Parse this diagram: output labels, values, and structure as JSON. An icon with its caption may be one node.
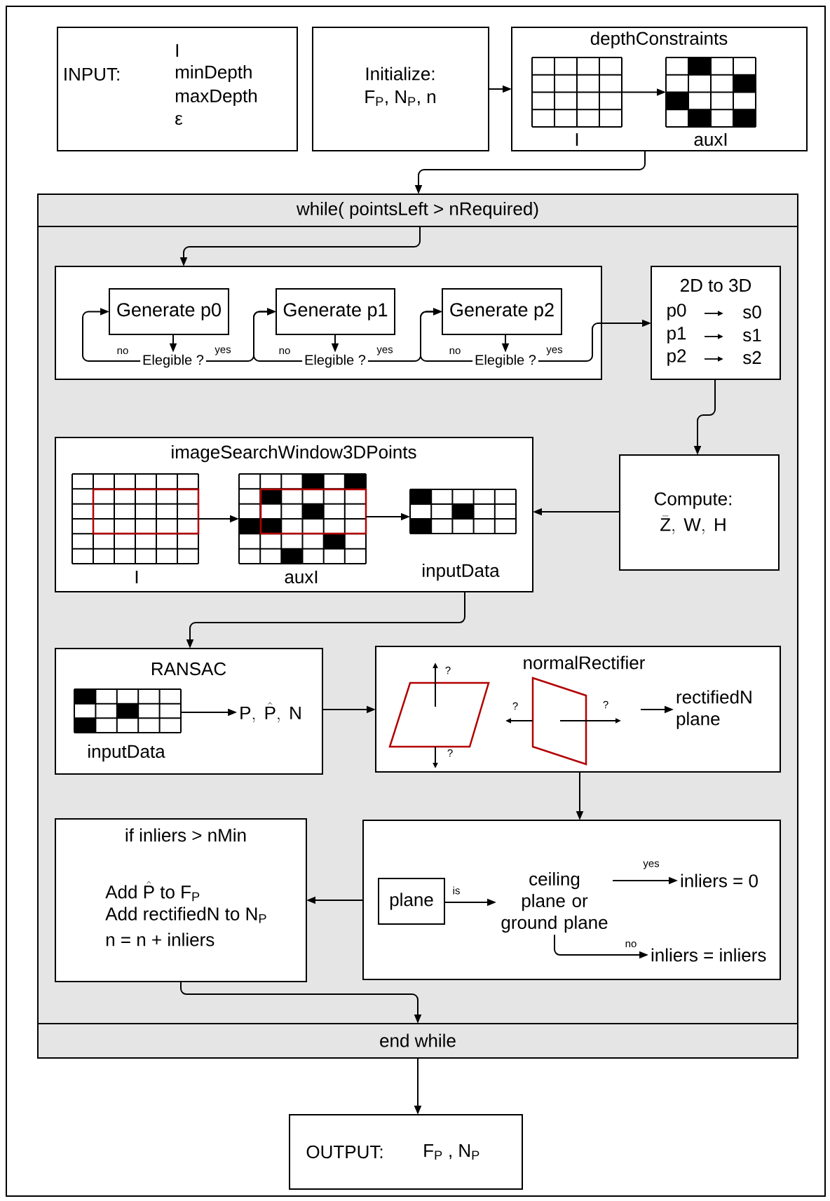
{
  "diagram": {
    "nodes": [
      {
        "text": [
          "INPUT:",
          "I",
          "minDepth",
          "maxDepth",
          "ε"
        ]
      },
      {
        "text": [
          "Initialize:",
          "F$_{P}$, N$_{P}$, n"
        ]
      },
      {
        "text": [
          "depthConstraints"
        ]
      },
      {
        "text": [],
        "shape": "picture",
        "in": 2,
        "beside": [
          "I"
        ]
      },
      {
        "text": [],
        "shape": "picture",
        "in": 2,
        "beside": [
          "auxI"
        ]
      },
      {
        "text": [],
        "shape": "box"
      },
      {
        "text": [
          "while( pointsLeft > nRequired)"
        ]
      },
      {
        "text": [],
        "shape": "box",
        "in": 5
      },
      {
        "text": [
          "Generate p0"
        ],
        "in": 7
      },
      {
        "text": [
          "Elegible ?"
        ],
        "in": 7
      },
      {
        "text": [
          "Generate p1"
        ],
        "in": 7
      },
      {
        "text": [
          "Elegible ?"
        ],
        "in": 7
      },
      {
        "text": [
          "Generate p2"
        ],
        "in": 7
      },
      {
        "text": [
          "Elegible ?"
        ],
        "in": 7
      },
      {
        "text": [
          "2D to 3D",
          "p0",
          "s0",
          "p1",
          "s1",
          "p2",
          "s2"
        ],
        "in": 5
      },
      {
        "text": [
          "imageSearchWindow3DPoints"
        ],
        "in": 5
      },
      {
        "text": [],
        "shape": "picture",
        "in": 15,
        "beside": [
          "I"
        ]
      },
      {
        "text": [],
        "shape": "picture",
        "in": 15,
        "beside": [
          "auxI"
        ]
      },
      {
        "text": [],
        "shape": "picture",
        "in": 15,
        "beside": [
          "inputData"
        ]
      },
      {
        "text": [
          "Compute:",
          "\\bar{\\mathrm{Z}},\\ \\mathrm{W},\\ \\mathrm{H}"
        ],
        "in": 5
      },
      {
        "text": [
          "RANSAC"
        ],
        "in": 5
      },
      {
        "text": [],
        "shape": "picture",
        "in": 20,
        "beside": [
          "inputData"
        ]
      },
      {
        "text": [
          "\\mathrm{P},\\ \\hat{\\mathrm{P}},\\ \\mathrm{N}"
        ],
        "in": 20
      },
      {
        "text": [
          "normalRectifier"
        ],
        "in": 5
      },
      {
        "text": [
          "rectifiedN plane"
        ],
        "in": 23
      },
      {
        "text": [],
        "shape": "box",
        "in": 5
      },
      {
        "text": [
          "plane"
        ],
        "in": 25
      },
      {
        "text": [
          "ceiling plane or ground plane"
        ],
        "in": 25
      },
      {
        "text": [
          "inliers = 0"
        ],
        "in": 25
      },
      {
        "text": [
          "inliers = inliers"
        ],
        "in": 25
      },
      {
        "text": [
          "if inliers > nMin",
          "\\mathrm{Add}\\ \\hat{\\mathrm{P}}\\ \\mathrm{to}\\ \\mathrm{F}_{\\mathrm{P}}",
          "Add rectifiedN to N$_{P}$",
          "n = n + inliers"
        ],
        "in": 5
      },
      {
        "text": [
          "end while"
        ]
      },
      {
        "text": [
          "OUTPUT:",
          "F$_{P}$ , N$_{P}$"
        ]
      }
    ],
    "edges": [
      {
        "from": 1,
        "to": 2,
        "arrow": "to"
      },
      {
        "from": 3,
        "to": 4,
        "arrow": "to"
      },
      {
        "from": 2,
        "to": 6,
        "arrow": "to"
      },
      {
        "from": 6,
        "to": 7,
        "arrow": "to"
      },
      {
        "from": 8,
        "to": 9,
        "arrow": "to"
      },
      {
        "from": 9,
        "to": 8,
        "arrow": "to",
        "label": "no"
      },
      {
        "from": 9,
        "to": 10,
        "arrow": "to",
        "label": "yes"
      },
      {
        "from": 10,
        "to": 11,
        "arrow": "to"
      },
      {
        "from": 11,
        "to": 10,
        "arrow": "to",
        "label": "no"
      },
      {
        "from": 11,
        "to": 12,
        "arrow": "to",
        "label": "yes"
      },
      {
        "from": 12,
        "to": 13,
        "arrow": "to"
      },
      {
        "from": 13,
        "to": 12,
        "arrow": "to",
        "label": "no"
      },
      {
        "from": 13,
        "to": 14,
        "arrow": "to",
        "label": "yes"
      },
      {
        "from": 14,
        "to": 19,
        "arrow": "to"
      },
      {
        "from": 19,
        "to": 15,
        "arrow": "to"
      },
      {
        "from": 16,
        "to": 17,
        "arrow": "to"
      },
      {
        "from": 17,
        "to": 18,
        "arrow": "to"
      },
      {
        "from": 15,
        "to": 20,
        "arrow": "to"
      },
      {
        "from": 21,
        "to": 22,
        "arrow": "to"
      },
      {
        "from": 20,
        "to": 23,
        "arrow": "to"
      },
      {
        "from": null,
        "to": 24,
        "arrow": "to"
      },
      {
        "from": 23,
        "to": 25,
        "arrow": "to"
      },
      {
        "from": 26,
        "to": 27,
        "arrow": "to",
        "label": "is"
      },
      {
        "from": 27,
        "to": 28,
        "arrow": "to",
        "label": "yes"
      },
      {
        "from": 27,
        "to": 29,
        "arrow": "to",
        "label": "no"
      },
      {
        "from": 25,
        "to": 30,
        "arrow": "to"
      },
      {
        "from": 30,
        "to": 31,
        "arrow": "to"
      },
      {
        "from": 31,
        "to": 32,
        "arrow": "to"
      }
    ],
    "labels": [
      "?",
      "?",
      "?",
      "?"
    ]
  }
}
